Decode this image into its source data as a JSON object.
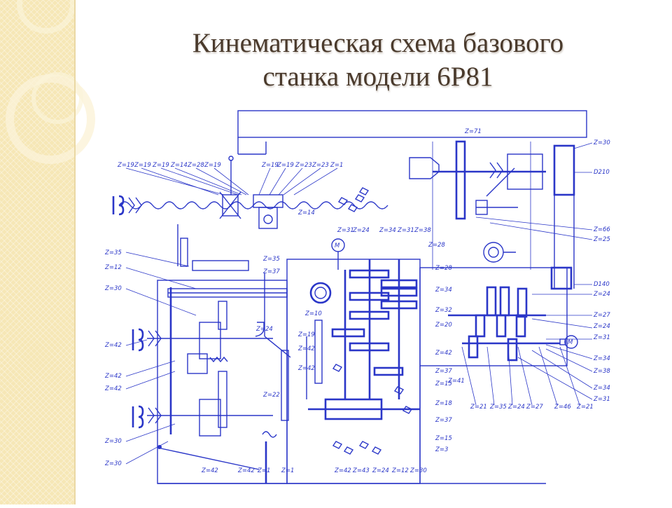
{
  "slide": {
    "title_line1": "Кинематическая схема базового",
    "title_line2": "станка модели 6Р81",
    "background_color": "#ffffff",
    "band_color": "#f6e7b6",
    "line_color": "#2a36c8"
  },
  "labels": {
    "top_z19_a": "Z=19",
    "top_z19_b": "Z=19",
    "top_z19_c": "Z=19",
    "top_z14": "Z=14",
    "top_z28": "Z=28",
    "top_z19_d": "Z=19",
    "top_z19_e": "Z=19",
    "top_z19_f": "Z=19",
    "top_z23_a": "Z=23",
    "top_z23_b": "Z=23",
    "top_z1": "Z=1",
    "mid_z14": "Z=14",
    "z71": "Z=71",
    "z30_top": "Z=30",
    "d210": "D210",
    "z66": "Z=66",
    "z25": "Z=25",
    "d140": "D140",
    "r_z24_a": "Z=24",
    "r_z27": "Z=27",
    "r_z24_b": "Z=24",
    "r_z31_a": "Z=31",
    "r_z34_a": "Z=34",
    "r_z38": "Z=38",
    "r_z34_b": "Z=34",
    "r_z31_b": "Z=31",
    "b_z21_a": "Z=21",
    "b_z35": "Z=35",
    "b_z24": "Z=24",
    "b_z27": "Z=27",
    "b_z46": "Z=46",
    "b_z21_b": "Z=21",
    "c_z31": "Z=31",
    "c_z24": "Z=24",
    "c_z34": "Z=34",
    "c_z31b": "Z=31",
    "c_z38": "Z=38",
    "c_z28_a": "Z=28",
    "c_z28_b": "Z=28",
    "c_z32": "Z=32",
    "c_z20": "Z=20",
    "c_z42": "Z=42",
    "c_z37_a": "Z=37",
    "c_z15_a": "Z=15",
    "c_z41": "Z=41",
    "c_z18": "Z=18",
    "c_z37_b": "Z=37",
    "c_z15_b": "Z=15",
    "c_z3": "Z=3",
    "l_z35": "Z=35",
    "l_z12": "Z=12",
    "l_z30": "Z=30",
    "l_z42_a": "Z=42",
    "l_z42_b": "Z=42",
    "l_z42_c": "Z=42",
    "l_z30_b": "Z=30",
    "l_z30_c": "Z=30",
    "m_z35": "Z=35",
    "m_z37": "Z=37",
    "m_z24": "Z=24",
    "m_z10": "Z=10",
    "m_z19": "Z=19",
    "m_z42_a": "Z=42",
    "m_z42_b": "Z=42",
    "m_z22": "Z=22",
    "bot_z42_a": "Z=42",
    "bot_z42_b": "Z=42",
    "bot_z1_a": "Z=1",
    "bot_z1_b": "Z=1",
    "bot_z42_c": "Z=42",
    "bot_z43": "Z=43",
    "bot_z24": "Z=24",
    "bot_z12": "Z=12",
    "bot_z30": "Z=30",
    "motor_main": "M",
    "motor_feed": "M"
  }
}
